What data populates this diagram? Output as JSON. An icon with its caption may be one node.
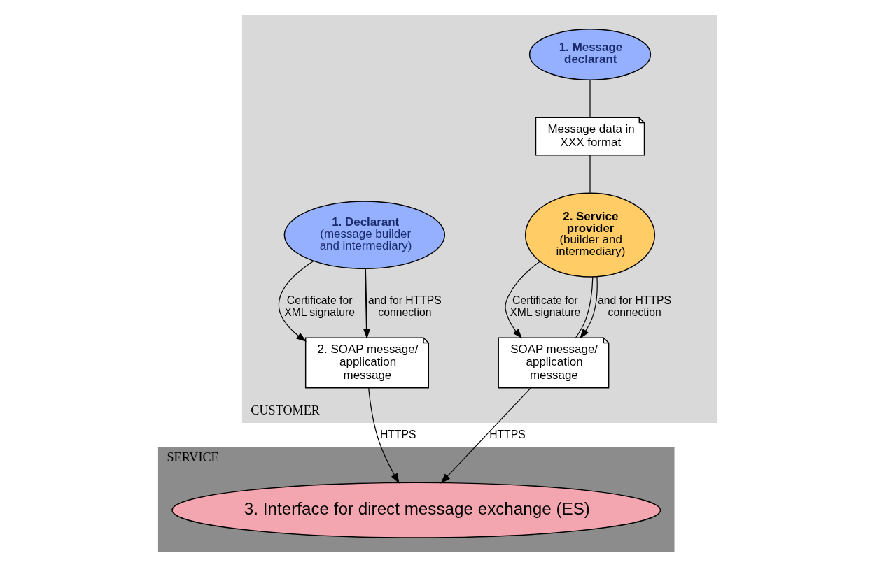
{
  "diagram": {
    "nodes": [
      {
        "text": [
          "CUSTOMER"
        ]
      },
      {
        "text": [
          "1. Declarant",
          "(message builder and intermediary)"
        ],
        "in": 0
      },
      {
        "text": [
          "2. SOAP message/ application message"
        ],
        "in": 0
      },
      {
        "text": [
          "1. Message declarant"
        ],
        "in": 0
      },
      {
        "text": [
          "Message data in XXX format"
        ],
        "in": 0
      },
      {
        "text": [
          "2. Service provider",
          "(builder and intermediary)"
        ],
        "in": 0
      },
      {
        "text": [
          "SOAP message/ application message"
        ],
        "in": 0
      },
      {
        "text": [
          "SERVICE"
        ]
      },
      {
        "text": [
          "3. Interface for direct message exchange (ES)"
        ],
        "in": 7
      }
    ],
    "edges": [
      {
        "from": 1,
        "to": 2,
        "arrow": "to",
        "label": "Certificate for XML signature"
      },
      {
        "from": 1,
        "to": 2,
        "arrow": "none"
      },
      {
        "from": 1,
        "to": 2,
        "arrow": "to",
        "label": "and for HTTPS connection"
      },
      {
        "from": 3,
        "to": 4,
        "arrow": "none"
      },
      {
        "from": 4,
        "to": 5,
        "arrow": "none"
      },
      {
        "from": 5,
        "to": 6,
        "arrow": "to",
        "label": "Certificate for XML signature"
      },
      {
        "from": 5,
        "to": 6,
        "arrow": "none"
      },
      {
        "from": 5,
        "to": 6,
        "arrow": "to",
        "label": "and for HTTPS connection"
      },
      {
        "from": 2,
        "to": 8,
        "arrow": "to",
        "label": "HTTPS"
      },
      {
        "from": 6,
        "to": 8,
        "arrow": "to",
        "label": "HTTPS"
      }
    ]
  }
}
